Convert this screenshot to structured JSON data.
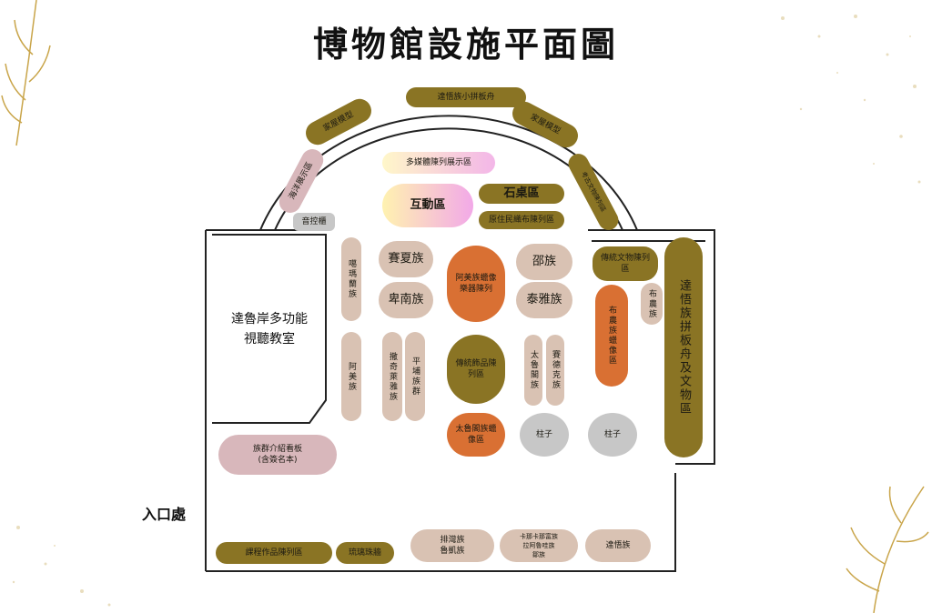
{
  "title": "博物館設施平面圖",
  "entrance": "入口處",
  "room": {
    "line1": "達魯岸多功能",
    "line2": "視聽教室"
  },
  "areas": {
    "multimedia": "多媒體陳列展示區",
    "interactive": "互動區",
    "stone_table": "石桌區",
    "indigenous_weaving": "原住民織布陳列區",
    "tao_small_boat": "達悟族小拼板舟",
    "house_model_left": "家屋模型",
    "house_model_right": "家屋模型",
    "marine_display": "海洋展示區",
    "archaeology": "考古文物陳列區",
    "sound_control": "音控櫃",
    "kavalan": "噶瑪蘭族",
    "amis_left": "阿美族",
    "saisiyat": "賽夏族",
    "puyuma": "卑南族",
    "amis_wax": "阿美族蠟像樂器陳列",
    "thao": "邵族",
    "tsou": "泰雅族",
    "kanakanavu": "撒奇萊雅族",
    "pingpu": "平埔族群",
    "traditional_ornament": "傳統飾品陳列區",
    "truku": "太魯閣族",
    "seediq": "賽德克族",
    "truku_wax": "太魯閣族蠟像區",
    "pillar_1": "柱子",
    "pillar_2": "柱子",
    "traditional_artifacts": "傳統文物陳列區",
    "bunun_wax": "布農族蠟像區",
    "bunun": "布農族",
    "tao_boat": "達悟族拼板舟及文物區",
    "ethnic_board_1": "族群介紹看板",
    "ethnic_board_2": "(含簽名本)",
    "course_works": "課程作品陳列區",
    "glass_beads": "琉璃珠牆",
    "paiwan_1": "排灣族",
    "paiwan_2": "魯凱族",
    "kanakanavu_group_1": "卡那卡那富族",
    "kanakanavu_group_2": "拉阿魯哇族",
    "kanakanavu_group_3": "鄒族",
    "tao": "達悟族"
  },
  "colors": {
    "olive": "#8a7424",
    "beige": "#d9c2b3",
    "orange": "#d97033",
    "pink": "#d8b7bb",
    "grey": "#c7c7c7",
    "wall": "#222222"
  }
}
